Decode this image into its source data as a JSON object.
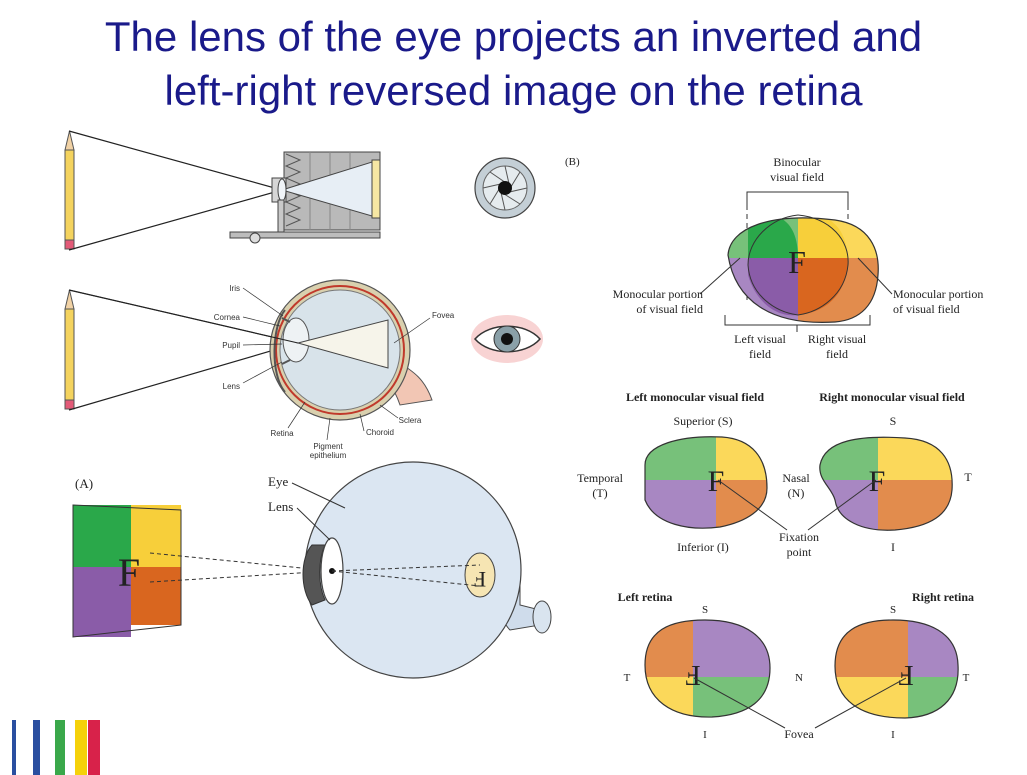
{
  "title": {
    "line1": "The lens of the eye projects an inverted and",
    "line2": "left-right reversed image on the retina"
  },
  "colors": {
    "title": "#1a1a8a",
    "green": "#77c17a",
    "green_dark": "#2aa84a",
    "yellow": "#fbd85a",
    "yellow_dark": "#f7cf3a",
    "purple": "#a887c2",
    "purple_dark": "#8a5ca8",
    "orange": "#e28c4d",
    "orange_dark": "#d9661f",
    "eyeball": "#dbe6f2",
    "logo_blue": "#2a4fa0",
    "logo_green": "#3aa84a",
    "logo_yellow": "#f5d10a",
    "logo_red": "#d8224a"
  },
  "anatomy": {
    "iris": "Iris",
    "cornea": "Cornea",
    "pupil": "Pupil",
    "lens": "Lens",
    "retina": "Retina",
    "pigment_line1": "Pigment",
    "pigment_line2": "epithelium",
    "choroid": "Choroid",
    "sclera": "Sclera",
    "fovea": "Fovea"
  },
  "panel_a": {
    "label": "(A)",
    "eye": "Eye",
    "lens": "Lens",
    "letter": "F"
  },
  "panel_b": {
    "label": "(B)",
    "binocular_line1": "Binocular",
    "binocular_line2": "visual field",
    "mono_left_line1": "Monocular portion",
    "mono_left_line2": "of visual field",
    "mono_right_line1": "Monocular portion",
    "mono_right_line2": "of visual field",
    "left_vf_line1": "Left visual",
    "left_vf_line2": "field",
    "right_vf_line1": "Right visual",
    "right_vf_line2": "field",
    "left_mono_title": "Left monocular visual field",
    "right_mono_title": "Right monocular visual field",
    "superior": "Superior (S)",
    "s": "S",
    "temporal_line1": "Temporal",
    "temporal_line2": "(T)",
    "t": "T",
    "nasal_line1": "Nasal",
    "nasal_line2": "(N)",
    "inferior": "Inferior (I)",
    "i": "I",
    "fixation_line1": "Fixation",
    "fixation_line2": "point",
    "left_retina": "Left retina",
    "right_retina": "Right retina",
    "n": "N",
    "fovea": "Fovea",
    "letter": "F"
  }
}
